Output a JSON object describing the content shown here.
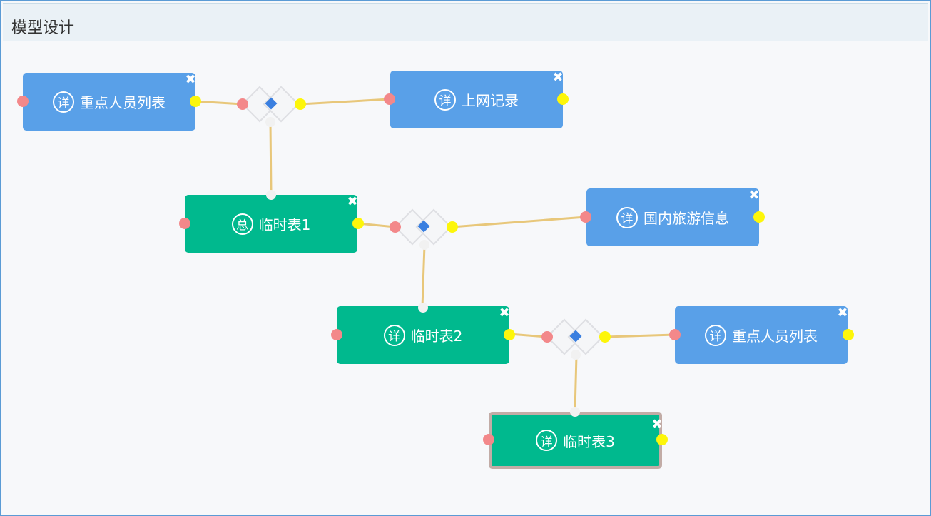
{
  "header": {
    "title": "模型设计"
  },
  "nodes": {
    "n1": {
      "label": "重点人员列表",
      "badge": "详",
      "close": "✖"
    },
    "n2": {
      "label": "上网记录",
      "badge": "详",
      "close": "✖"
    },
    "n3": {
      "label": "临时表1",
      "badge": "总",
      "close": "✖"
    },
    "n4": {
      "label": "国内旅游信息",
      "badge": "详",
      "close": "✖"
    },
    "n5": {
      "label": "临时表2",
      "badge": "详",
      "close": "✖"
    },
    "n6": {
      "label": "重点人员列表",
      "badge": "详",
      "close": "✖"
    },
    "n7": {
      "label": "临时表3",
      "badge": "详",
      "close": "✖"
    }
  },
  "colors": {
    "table_node": "#59a0e8",
    "temp_node": "#00b98e",
    "input_port": "#f3888a",
    "output_port": "#fdf60a",
    "link": "#e8c77a",
    "join_core": "#3a7fe0"
  }
}
